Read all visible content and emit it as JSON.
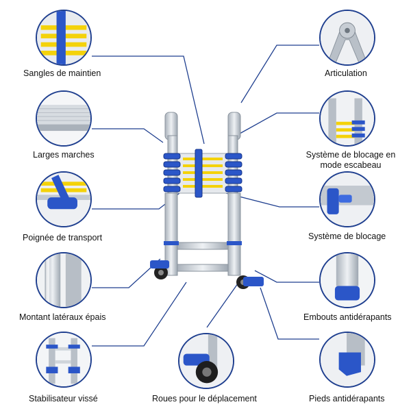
{
  "features": {
    "sangles": "Sangles de maintien",
    "marches": "Larges marches",
    "poignee": "Poignée de transport",
    "montant": "Montant latéraux épais",
    "stabilisateur": "Stabilisateur vissé",
    "roues": "Roues pour le déplacement",
    "articulation": "Articulation",
    "escabeau": "Système de blocage en mode escabeau",
    "blocage": "Système de blocage",
    "embouts": "Embouts antidérapants",
    "pieds": "Pieds antidérapants"
  },
  "colors": {
    "accent": "#1f3f8f",
    "strap": "#2b56c8",
    "aluminum": "#c9cfd6",
    "label_yellow": "#f4d20a"
  },
  "icons": [
    "ladder-image",
    "strap-closeup",
    "step-closeup",
    "handle-closeup",
    "tube-closeup",
    "stabilizer-closeup",
    "wheel-closeup",
    "hinge-closeup",
    "lock-escabeau-closeup",
    "lock-closeup",
    "endcap-closeup",
    "foot-closeup"
  ]
}
